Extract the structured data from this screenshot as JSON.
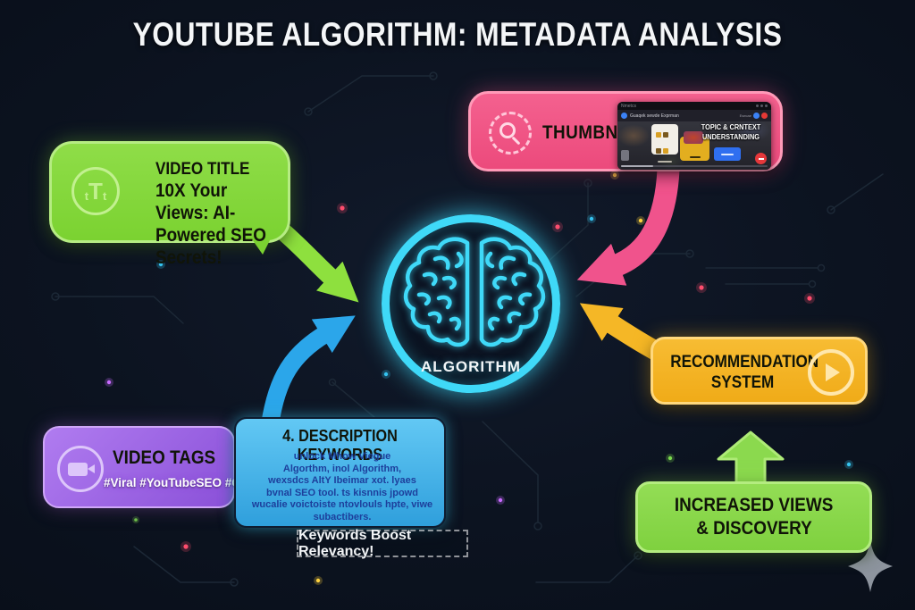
{
  "title": "YOUTUBE ALGORITHM: METADATA ANALYSIS",
  "center": {
    "label": "ALGORITHM"
  },
  "video_title": {
    "heading": "VIDEO TITLE",
    "line1": "10X Your Views: AI-",
    "line2": "Powered SEO Secrets!"
  },
  "thumbnail": {
    "heading": "THUMBNAIL",
    "preview": {
      "tab": "Nmetcs",
      "nav": "Guaqek sewde Exprman",
      "nav_right": "Esecae",
      "overlay1": "TOPIC & CRNTEXT",
      "overlay2": "UNDERSTANDING"
    }
  },
  "recommendation": {
    "line1": "RECOMMENDATION",
    "line2": "SYSTEM"
  },
  "increased_views": {
    "line1": "INCREASED VIEWS",
    "line2": "& DISCOVERY"
  },
  "video_tags": {
    "heading": "VIDEO TAGS",
    "tags": "#Viral #YouTubeSEO #ContentCreator"
  },
  "description": {
    "heading": "4. DESCRIPTION KEYWORDS",
    "lines": [
      "unlock Mhow Viegue",
      "Algorthm, inol Algorithm,",
      "wexsdcs AltY Ibeimar xot. lyaes",
      "bvnal SEO tool. ts kisnnis jpowd",
      "wucalie voictoiste ntovlouls hpte, viwe",
      "subactibers."
    ]
  },
  "callout": {
    "text": "Keywords Boost Relevancy!"
  },
  "colors": {
    "background": "#0c1220",
    "green": "#84d93c",
    "pink": "#f0538c",
    "orange": "#f5b726",
    "purple": "#a56fe3",
    "blue": "#46b7ee",
    "cyan": "#3fd9f8"
  }
}
